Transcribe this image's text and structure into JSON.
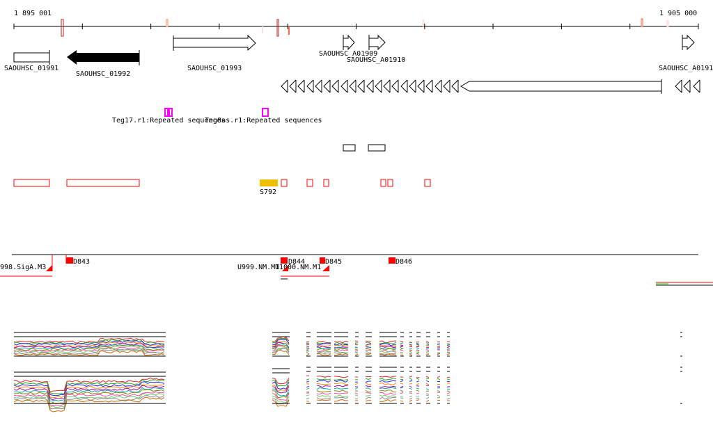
{
  "ruler": {
    "start": "1 895 001",
    "end": "1 905 000"
  },
  "genes": [
    {
      "label": "SAOUHSC_01991"
    },
    {
      "label": "SAOUHSC_01992"
    },
    {
      "label": "SAOUHSC_01993"
    },
    {
      "label": "SAOUHSC_A01909"
    },
    {
      "label": "SAOUHSC_A01910"
    },
    {
      "label": "SAOUHSC_A0191"
    }
  ],
  "repeats": [
    {
      "label": "Teg17.r1:Repeated sequences"
    },
    {
      "label": "Teg8as.r1:Repeated sequences"
    }
  ],
  "srna": {
    "label": "S792"
  },
  "promoters": [
    {
      "label": "998.SigA.M3"
    },
    {
      "label": "D843"
    },
    {
      "label": "D844"
    },
    {
      "label": "D845"
    },
    {
      "label": "D846"
    },
    {
      "label": "U999.NM.M1"
    },
    {
      "label": "U1000.NM.M1"
    }
  ],
  "colors": {
    "accent": "#ff0000",
    "repeat": "#ff00ff",
    "srna": "#f0c000",
    "gene_fill": "#000000"
  }
}
